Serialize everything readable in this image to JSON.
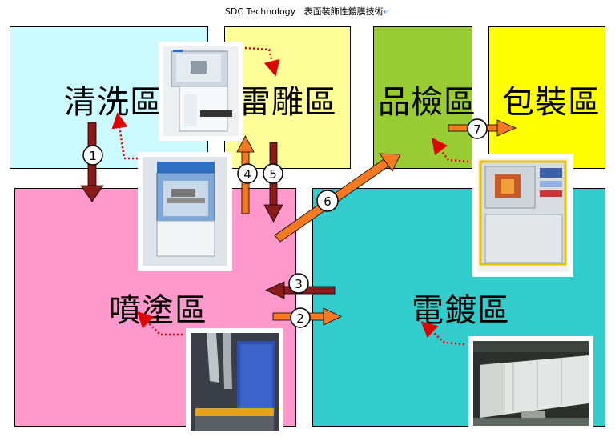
{
  "header": {
    "company": "SDC Technology",
    "subtitle": "表面裝飾性鍍膜技術",
    "return_mark": "↵"
  },
  "zones": {
    "cleaning": {
      "label": "清洗區",
      "color": "#ccfbff"
    },
    "engraving": {
      "label": "雷雕區",
      "color": "#ffff99"
    },
    "inspection": {
      "label": "品檢區",
      "color": "#99cc33"
    },
    "packaging": {
      "label": "包裝區",
      "color": "#ffff00"
    },
    "spraying": {
      "label": "噴塗區",
      "color": "#ff99cc"
    },
    "plating": {
      "label": "電鍍區",
      "color": "#33cccc"
    }
  },
  "steps": [
    "1",
    "2",
    "3",
    "4",
    "5",
    "6",
    "7"
  ],
  "colors": {
    "down_arrow": "#8b1a1a",
    "orange_arrow": "#f47920",
    "dotted_pointer": "#e00000"
  },
  "photos": [
    {
      "name": "laser-engraving-machine-photo",
      "depicts": "laser engraving machine"
    },
    {
      "name": "spray-booth-photo",
      "depicts": "spray booth"
    },
    {
      "name": "spray-line-photo",
      "depicts": "spray painting line"
    },
    {
      "name": "environmental-test-chamber-photo",
      "depicts": "environmental test chamber"
    },
    {
      "name": "vacuum-plating-line-photo",
      "depicts": "vacuum plating line"
    }
  ]
}
